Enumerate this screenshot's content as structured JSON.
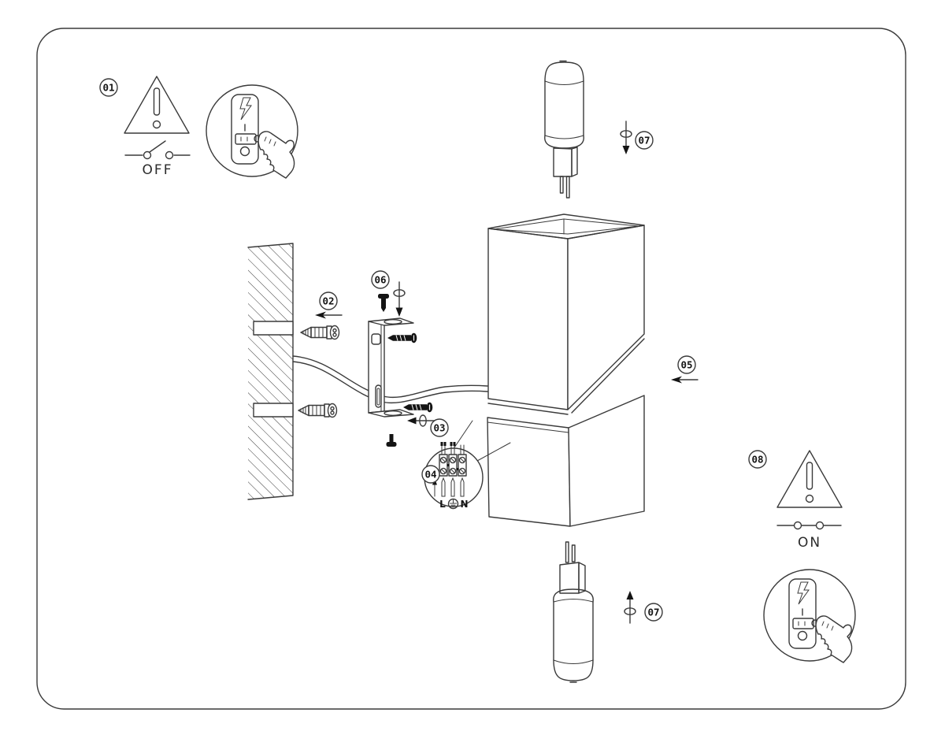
{
  "steps": {
    "s01": "01",
    "s02": "02",
    "s03": "03",
    "s04": "04",
    "s05": "05",
    "s06": "06",
    "s07": "07",
    "s08": "08"
  },
  "power": {
    "off_label": "OFF",
    "on_label": "ON"
  },
  "terminal": {
    "live": "L",
    "earth_icon": "earth-ground-symbol",
    "neutral": "N"
  },
  "icons": [
    "warning-triangle-icon",
    "switch-open-icon",
    "switch-closed-icon",
    "press-switch-hand-icon",
    "rotation-screw-arrow-icon",
    "direction-arrow-icon",
    "wall-anchor-icon",
    "mounting-screw-icon",
    "terminal-block-icon",
    "g9-bulb-icon",
    "wall-hatch-icon",
    "magnifier-callout-icon"
  ],
  "colors": {
    "line": "#3a3a3a",
    "fill_black": "#141414",
    "background": "#ffffff"
  }
}
